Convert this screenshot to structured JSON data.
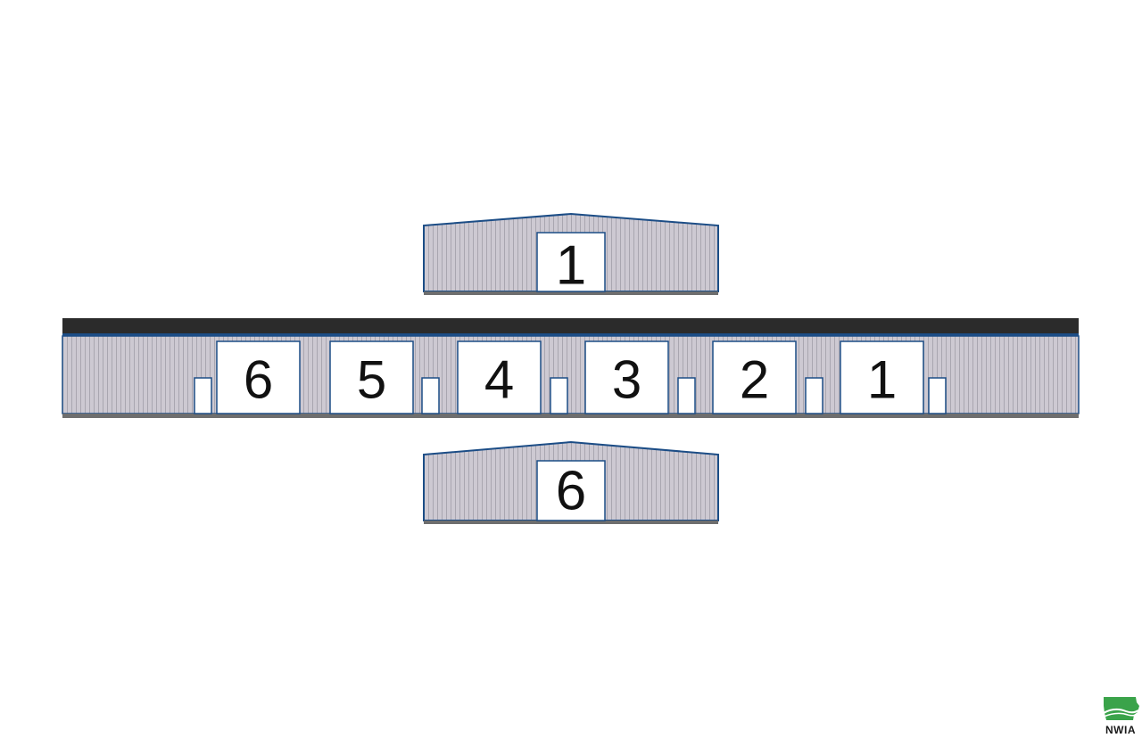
{
  "colors": {
    "wall": "#cdc9d2",
    "rib": "#a9a6b0",
    "trim": "#1c4d86",
    "roof": "#2b2b2b",
    "base": "#6e6e6e",
    "door": "#ffffff",
    "logo_green": "#3aa34a"
  },
  "top_end_elevation": {
    "door_label": "1"
  },
  "side_elevation": {
    "overhead_doors": [
      {
        "label": "6"
      },
      {
        "label": "5"
      },
      {
        "label": "4"
      },
      {
        "label": "3"
      },
      {
        "label": "2"
      },
      {
        "label": "1"
      }
    ],
    "walk_door_count": 6
  },
  "bottom_end_elevation": {
    "door_label": "6"
  },
  "logo": {
    "text": "NWIA",
    "icon": "iowa-state-icon"
  }
}
